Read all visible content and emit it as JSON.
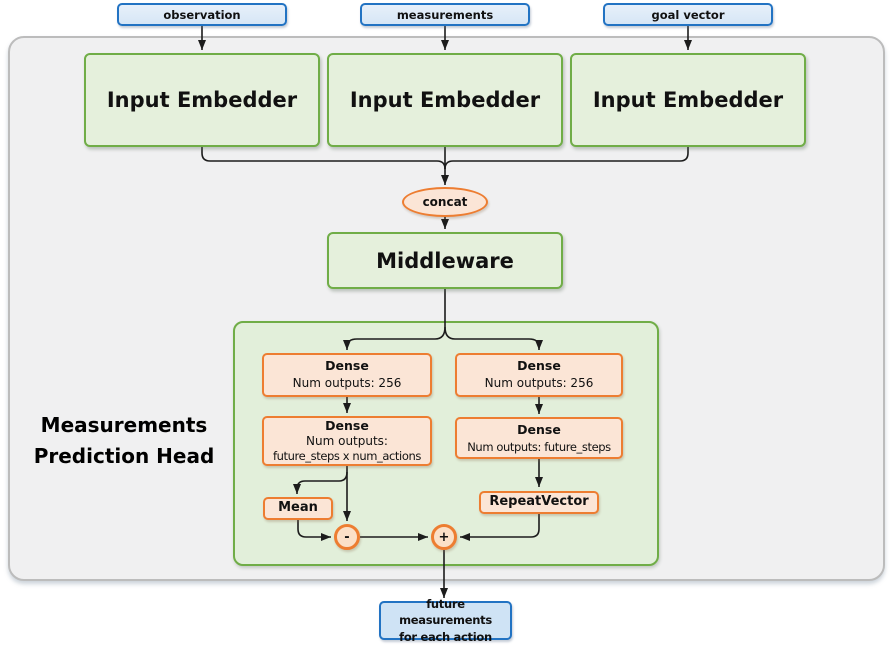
{
  "palette": {
    "blue_border": "#2273c3",
    "blue_fill": "#d6e6f6",
    "green_border": "#70ad47",
    "green_fill": "#e5f0dc",
    "group_fill": "#e2efda",
    "orange_border": "#ed7d31",
    "orange_fill": "#fbe5d6",
    "container_fill": "#f0f0f1",
    "wire_color": "#1c1c1c"
  },
  "inputs": [
    {
      "label": "observation"
    },
    {
      "label": "measurements"
    },
    {
      "label": "goal vector"
    }
  ],
  "embedders": [
    {
      "label": "Input Embedder"
    },
    {
      "label": "Input Embedder"
    },
    {
      "label": "Input Embedder"
    }
  ],
  "concat": {
    "label": "concat"
  },
  "middleware": {
    "label": "Middleware"
  },
  "head": {
    "label_line1": "Measurements",
    "label_line2": "Prediction Head",
    "dense_action_1": {
      "title": "Dense",
      "line1": "Num outputs: 256"
    },
    "dense_action_2": {
      "title": "Dense",
      "line1": "Num outputs:",
      "line2": "future_steps x num_actions"
    },
    "dense_measure_1": {
      "title": "Dense",
      "line1": "Num outputs: 256"
    },
    "dense_measure_2": {
      "title": "Dense",
      "line1": "Num outputs: future_steps"
    },
    "mean": {
      "label": "Mean"
    },
    "repeat_vector": {
      "label": "RepeatVector"
    },
    "subtract": {
      "label": "-"
    },
    "add": {
      "label": "+"
    }
  },
  "output": {
    "line1": "future measurements",
    "line2": "for each action"
  }
}
